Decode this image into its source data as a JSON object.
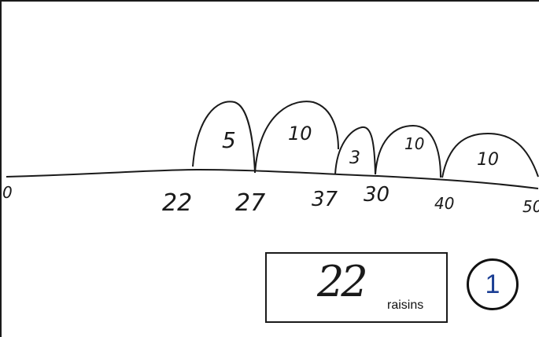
{
  "number_line": {
    "labels": [
      {
        "id": "start",
        "text": "0"
      },
      {
        "id": "a",
        "text": "22"
      },
      {
        "id": "b",
        "text": "27"
      },
      {
        "id": "c",
        "text": "37"
      },
      {
        "id": "d",
        "text": "30"
      },
      {
        "id": "e",
        "text": "40"
      },
      {
        "id": "f",
        "text": "50"
      }
    ],
    "jumps": [
      {
        "id": "j1",
        "text": "5"
      },
      {
        "id": "j2",
        "text": "10"
      },
      {
        "id": "j3",
        "text": "3"
      },
      {
        "id": "j4",
        "text": "10"
      },
      {
        "id": "j5",
        "text": "10"
      }
    ]
  },
  "answer": {
    "value": "22",
    "unit": "raisins"
  },
  "badge": {
    "number": "1",
    "color": "#1c3f94"
  }
}
